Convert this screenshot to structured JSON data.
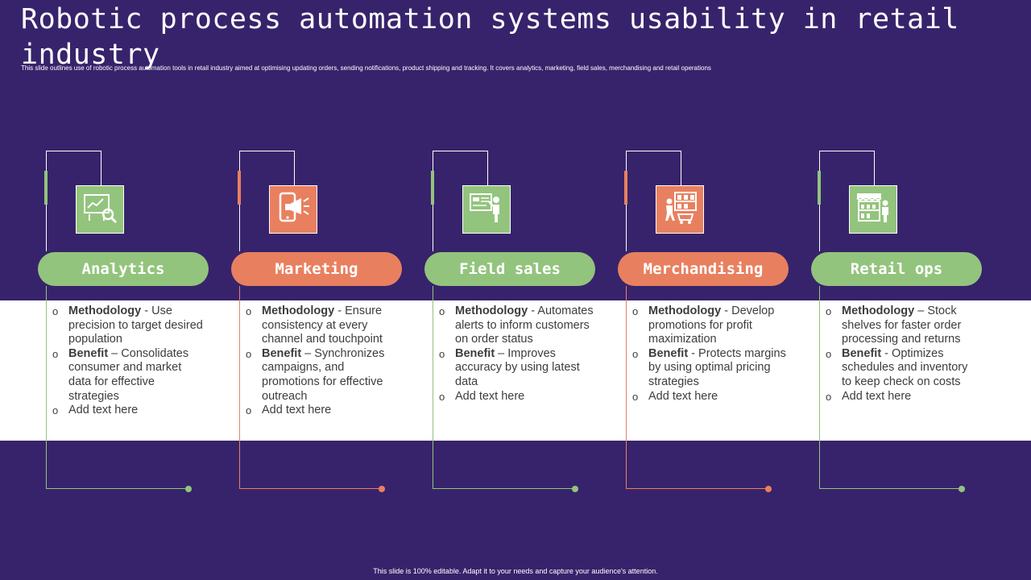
{
  "title": "Robotic process automation systems usability in retail industry",
  "subtitle": "This slide outlines use of robotic process automation tools in retail industry aimed at optimising updating orders, sending notifications, product shipping and tracking. It covers analytics, marketing, field sales, merchandising and retail operations",
  "colors": {
    "background": "#37236b",
    "green": "#93c47d",
    "orange": "#e8805f",
    "band": "#ffffff"
  },
  "columns": [
    {
      "label": "Analytics",
      "icon": "analytics-chart-icon",
      "accent": "green",
      "points": [
        {
          "bold": "Methodology",
          "text": " - Use precision to target desired population"
        },
        {
          "bold": "Benefit",
          "text": " – Consolidates consumer and market data for effective strategies"
        },
        {
          "bold": "",
          "text": "Add text here"
        }
      ]
    },
    {
      "label": "Marketing",
      "icon": "megaphone-phone-icon",
      "accent": "orange",
      "points": [
        {
          "bold": "Methodology",
          "text": " - Ensure consistency at every channel and touchpoint"
        },
        {
          "bold": "Benefit",
          "text": " – Synchronizes campaigns, and promotions for effective outreach"
        },
        {
          "bold": "",
          "text": "Add text here"
        }
      ]
    },
    {
      "label": "Field sales",
      "icon": "presentation-person-icon",
      "accent": "green",
      "points": [
        {
          "bold": "Methodology",
          "text": " - Automates alerts to inform customers on order status"
        },
        {
          "bold": "Benefit",
          "text": " – Improves accuracy by using latest data"
        },
        {
          "bold": "",
          "text": "Add text here"
        }
      ]
    },
    {
      "label": "Merchandising",
      "icon": "shopping-cart-shelf-icon",
      "accent": "orange",
      "points": [
        {
          "bold": "Methodology",
          "text": " - Develop promotions for profit maximization"
        },
        {
          "bold": "Benefit",
          "text": " - Protects margins by using optimal pricing strategies"
        },
        {
          "bold": "",
          "text": "Add text here"
        }
      ]
    },
    {
      "label": "Retail ops",
      "icon": "store-shelf-person-icon",
      "accent": "green",
      "points": [
        {
          "bold": "Methodology",
          "text": " – Stock shelves for faster order processing and returns"
        },
        {
          "bold": "Benefit",
          "text": " - Optimizes schedules and inventory to keep check on costs"
        },
        {
          "bold": "",
          "text": "Add text here"
        }
      ]
    }
  ],
  "bullet_glyph": "o",
  "footer": "This slide is 100% editable. Adapt it to your needs and capture your audience's attention."
}
